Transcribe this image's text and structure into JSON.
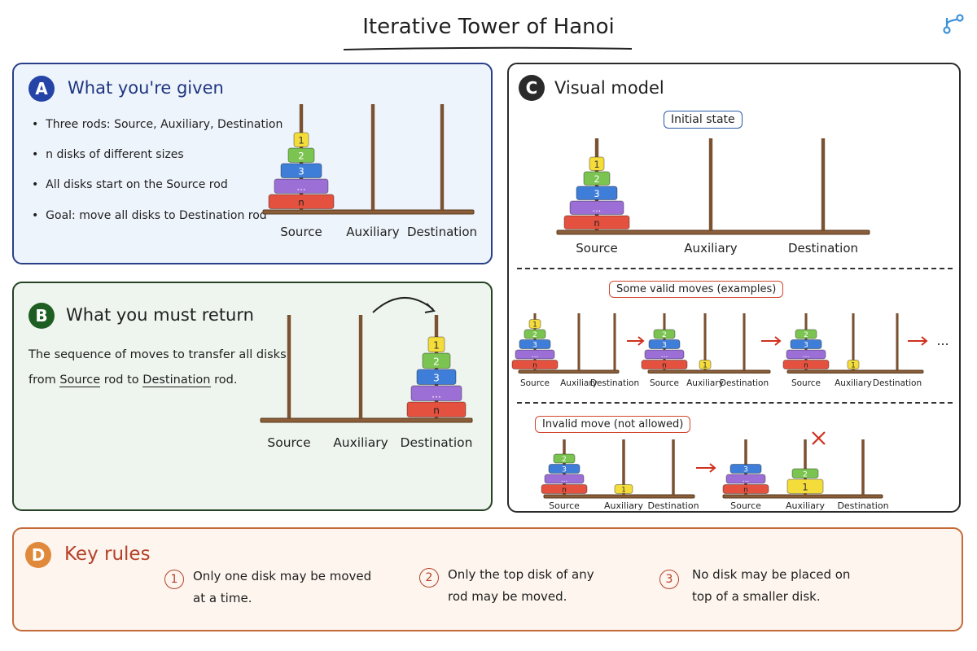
{
  "page_title": "Iterative Tower of Hanoi",
  "colors": {
    "disk1": "#f4dc3a",
    "disk2": "#7cc451",
    "disk3": "#3f7ed8",
    "diskDots": "#9c6fd6",
    "diskN": "#e5513f",
    "rod": "#7a5131",
    "base": "#8a5e38"
  },
  "icons": {
    "corner": "branch-icon"
  },
  "disk_labels": [
    "1",
    "2",
    "3",
    "...",
    "n"
  ],
  "rods": [
    "Source",
    "Auxiliary",
    "Destination"
  ],
  "panelA": {
    "badge": "A",
    "title": "What you're given",
    "bullets": [
      "Three rods: Source, Auxiliary, Destination",
      "n disks of different sizes",
      "All disks start on the Source rod",
      "Goal: move all disks to Destination rod"
    ]
  },
  "panelB": {
    "badge": "B",
    "title": "What you must return",
    "text_line1": "The sequence of moves to transfer all disks",
    "text_from": "from",
    "text_source": "Source",
    "text_rod_to": "rod to",
    "text_destination": "Destination",
    "text_rod_end": "rod."
  },
  "panelC": {
    "badge": "C",
    "title": "Visual model",
    "initial_label": "Initial state",
    "valid_label": "Some valid moves (examples)",
    "invalid_label": "Invalid move (not allowed)",
    "ellipsis": "..."
  },
  "panelD": {
    "badge": "D",
    "title": "Key rules",
    "rules": [
      {
        "num": "1",
        "line1": "Only one disk may be moved",
        "line2": "at a time."
      },
      {
        "num": "2",
        "line1": "Only the top disk of any",
        "line2": "rod may be moved."
      },
      {
        "num": "3",
        "line1": "No disk may be placed on",
        "line2": "top of a smaller disk."
      }
    ]
  }
}
